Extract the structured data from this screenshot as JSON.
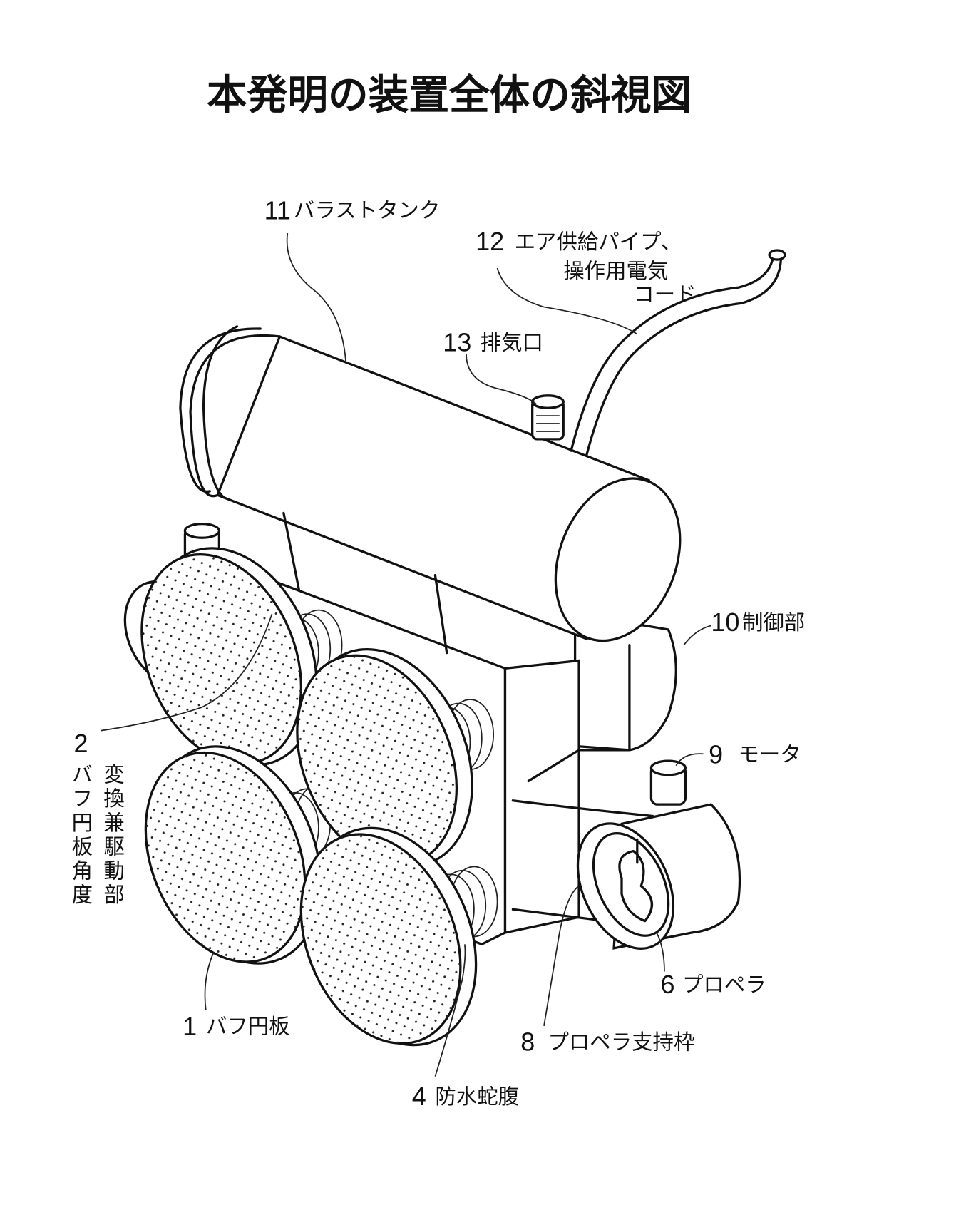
{
  "title": "本発明の装置全体の斜視図",
  "labels": {
    "ballast_tank": {
      "num": "11",
      "text": "バラストタンク"
    },
    "air_pipe": {
      "num": "12",
      "line1": "エア供給パイプ、",
      "line2": "操作用電気",
      "line3": "コード"
    },
    "exhaust": {
      "num": "13",
      "text": "排気口"
    },
    "control": {
      "num": "10",
      "text": "制御部"
    },
    "converter": {
      "num": "2",
      "col1": "バフ円板角度",
      "col2": "変換兼駆動部"
    },
    "motor": {
      "num": "9",
      "text": "モータ"
    },
    "propeller": {
      "num": "6",
      "text": "プロペラ"
    },
    "buff_disc": {
      "num": "1",
      "text": "バフ円板"
    },
    "prop_frame": {
      "num": "8",
      "text": "プロペラ支持枠"
    },
    "bellows": {
      "num": "4",
      "text": "防水蛇腹"
    }
  }
}
